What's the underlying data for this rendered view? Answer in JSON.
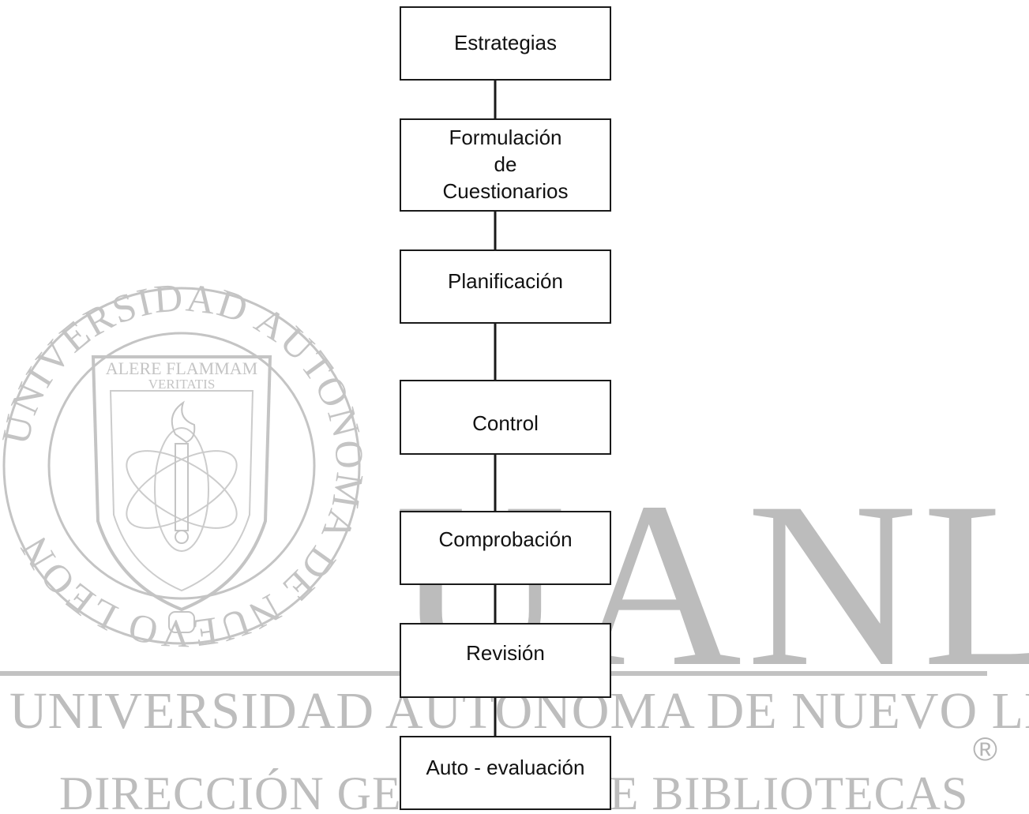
{
  "flowchart": {
    "steps": [
      {
        "id": "estrategias",
        "lines": [
          "Estrategias"
        ]
      },
      {
        "id": "formulacion",
        "lines": [
          "Formulación",
          "de",
          "Cuestionarios"
        ]
      },
      {
        "id": "planificacion",
        "lines": [
          "Planificación"
        ]
      },
      {
        "id": "control",
        "lines": [
          "Control"
        ]
      },
      {
        "id": "comprobacion",
        "lines": [
          "Comprobación"
        ]
      },
      {
        "id": "revision",
        "lines": [
          "Revisión"
        ]
      },
      {
        "id": "autoevaluacion",
        "lines": [
          "Auto - evaluación"
        ]
      }
    ]
  },
  "watermark": {
    "monogram": "UANL",
    "university": "UNIVERSIDAD AUTÓNOMA DE NUEVO LEÓN",
    "directorate": "DIRECCIÓN GENERAL DE BIBLIOTECAS",
    "registered_mark": "®",
    "seal_ring_text": "UNIVERSIDAD AUTONOMA DE NUEVO LEON",
    "seal_motto": [
      "ALERE FLAMMAM",
      "VERITATIS"
    ],
    "color": "#bdbdbd"
  }
}
